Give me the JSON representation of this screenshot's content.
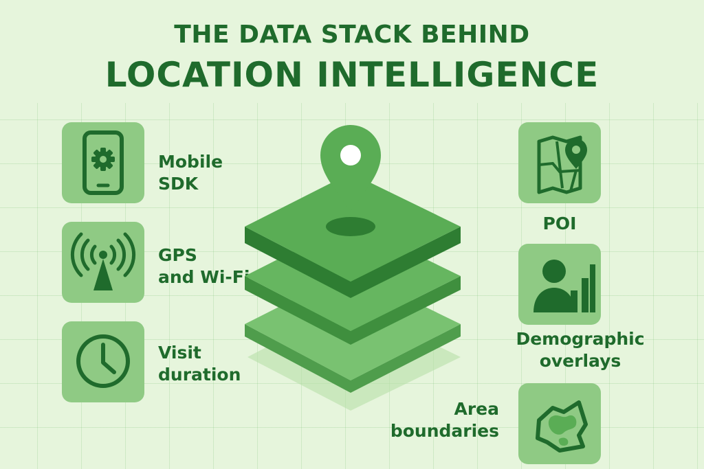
{
  "title": {
    "line1": "THE DATA STACK BEHIND",
    "line2": "LOCATION INTELLIGENCE"
  },
  "left_items": [
    {
      "icon": "smartphone-gear-icon",
      "line1": "Mobile",
      "line2": "SDK"
    },
    {
      "icon": "signal-tower-icon",
      "line1": "GPS",
      "line2": "and Wi-Fi"
    },
    {
      "icon": "clock-icon",
      "line1": "Visit",
      "line2": "duration"
    }
  ],
  "right_items": [
    {
      "icon": "map-pin-icon",
      "line1": "POI"
    },
    {
      "icon": "person-chart-icon",
      "line1": "Demographic",
      "line2": "overlays"
    },
    {
      "icon": "area-map-icon",
      "line1": "Area",
      "line2": "boundaries"
    }
  ],
  "center": {
    "icon": "layer-stack-icon",
    "pin_icon": "location-pin-icon"
  },
  "colors": {
    "background": "#e6f5dc",
    "tile": "#8fca84",
    "dark_green": "#1f6b2c",
    "layer_top": "#5aad55",
    "layer_side": "#2e7d32"
  }
}
